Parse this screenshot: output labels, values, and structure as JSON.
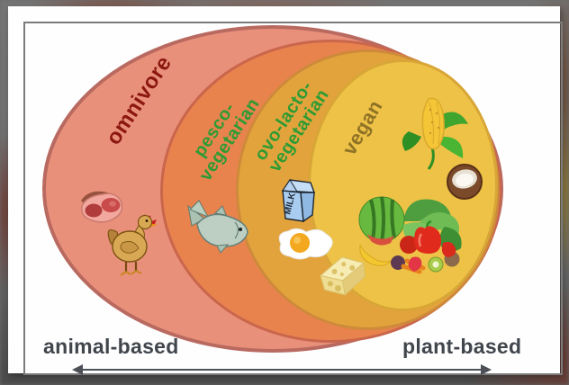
{
  "slide": {
    "axis": {
      "left_label": "animal-based",
      "right_label": "plant-based",
      "label_color": "#41464D",
      "arrow_style": "double-headed"
    },
    "rings": [
      {
        "name": "omnivore",
        "label": "omnivore",
        "text_color": "#8B1810",
        "fill": "#E9907B",
        "border_color": "#B96A60"
      },
      {
        "name": "pesco-vegetarian",
        "label_line1": "pesco-",
        "label_line2": "vegetarian",
        "text_color": "#2E9B33",
        "fill": "#E8834E",
        "border_color": "#C9664C"
      },
      {
        "name": "ovo-lacto-vegetarian",
        "label_line1": "ovo-lacto-",
        "label_line2": "vegetarian",
        "text_color": "#2E9B33",
        "fill": "#E3A33C",
        "border_color": "#CE8A3A"
      },
      {
        "name": "vegan",
        "label": "vegan",
        "text_color": "#8F7226",
        "fill": "#EEC246",
        "border_color": "#D8A637"
      }
    ],
    "foods": [
      {
        "name": "meat",
        "ring": "omnivore"
      },
      {
        "name": "chicken",
        "ring": "omnivore"
      },
      {
        "name": "fish",
        "ring": "pesco-vegetarian"
      },
      {
        "name": "milk-carton",
        "ring": "ovo-lacto-vegetarian",
        "text": "MILK"
      },
      {
        "name": "fried-egg",
        "ring": "ovo-lacto-vegetarian"
      },
      {
        "name": "cheese",
        "ring": "ovo-lacto-vegetarian"
      },
      {
        "name": "corn",
        "ring": "vegan"
      },
      {
        "name": "coconut",
        "ring": "vegan"
      },
      {
        "name": "produce-mix",
        "ring": "vegan"
      }
    ]
  }
}
